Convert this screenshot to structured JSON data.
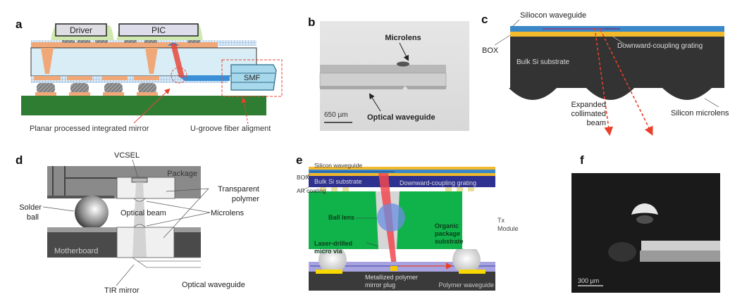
{
  "figure": {
    "panels": {
      "a": {
        "letter": "a",
        "chips": {
          "driver": "Driver",
          "pic": "PIC"
        },
        "fiber": "SMF",
        "callouts": {
          "mirror": "Planar processed integrated mirror",
          "ugroove": "U-groove fiber aligment"
        }
      },
      "b": {
        "letter": "b",
        "microlens": "Microlens",
        "waveguide": "Optical waveguide",
        "scalebar": "650 µm"
      },
      "c": {
        "letter": "c",
        "si_waveguide": "Siliocon waveguide",
        "box": "BOX",
        "grating": "Downward-coupling grating",
        "substrate": "Bulk Si substrate",
        "beam": [
          "Expanded",
          "collimated",
          "beam"
        ],
        "microlens": "Silicon microlens"
      },
      "d": {
        "letter": "d",
        "vcsel": "VCSEL",
        "package": "Package",
        "polymer": [
          "Transparent",
          "polymer"
        ],
        "solder": [
          "Solder",
          "ball"
        ],
        "beam": "Optical beam",
        "microlens": "Microlens",
        "motherboard": "Motherboard",
        "tir": "TIR mirror",
        "waveguide": "Optical waveguide"
      },
      "e": {
        "letter": "e",
        "si_waveguide": "Silicon waveguide",
        "box": "BOX",
        "substrate": "Bulk Si substrate",
        "grating": "Downward-coupling grating",
        "ar": "AR coating",
        "ball_lens": "Ball lens",
        "organic": [
          "Organic",
          "package",
          "substrate"
        ],
        "tx": [
          "Tx",
          "Module"
        ],
        "via": [
          "Laser-drilled",
          "micro via"
        ],
        "plug": [
          "Metallized polymer",
          "mirror plug"
        ],
        "polymer_wg": "Polymer waveguide"
      },
      "f": {
        "letter": "f",
        "scalebar": "300 µm"
      }
    }
  }
}
